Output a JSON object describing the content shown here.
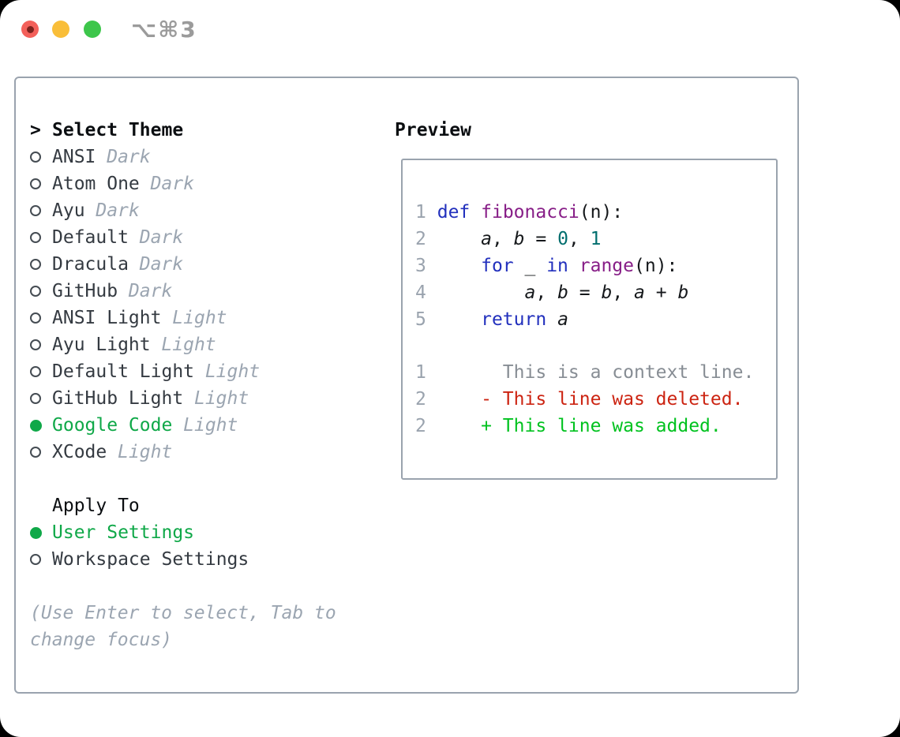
{
  "window": {
    "shortcut": "⌥⌘3"
  },
  "theme_list": {
    "header_prefix": ">",
    "header": "Select Theme",
    "items": [
      {
        "label": "ANSI",
        "variant": "Dark",
        "selected": false
      },
      {
        "label": "Atom One",
        "variant": "Dark",
        "selected": false
      },
      {
        "label": "Ayu",
        "variant": "Dark",
        "selected": false
      },
      {
        "label": "Default",
        "variant": "Dark",
        "selected": false
      },
      {
        "label": "Dracula",
        "variant": "Dark",
        "selected": false
      },
      {
        "label": "GitHub",
        "variant": "Dark",
        "selected": false
      },
      {
        "label": "ANSI Light",
        "variant": "Light",
        "selected": false
      },
      {
        "label": "Ayu Light",
        "variant": "Light",
        "selected": false
      },
      {
        "label": "Default Light",
        "variant": "Light",
        "selected": false
      },
      {
        "label": "GitHub Light",
        "variant": "Light",
        "selected": false
      },
      {
        "label": "Google Code",
        "variant": "Light",
        "selected": true
      },
      {
        "label": "XCode",
        "variant": "Light",
        "selected": false
      }
    ]
  },
  "apply_to": {
    "header": "Apply To",
    "options": [
      {
        "label": "User Settings",
        "selected": true
      },
      {
        "label": "Workspace Settings",
        "selected": false
      }
    ]
  },
  "help": {
    "line1": "(Use Enter to select, Tab to",
    "line2": "change focus)"
  },
  "preview": {
    "title": "Preview",
    "lines": [
      {
        "num": "1",
        "tokens": [
          [
            "kw",
            "def"
          ],
          [
            "pl",
            " "
          ],
          [
            "fn",
            "fibonacci"
          ],
          [
            "pl",
            "(n):"
          ]
        ]
      },
      {
        "num": "2",
        "tokens": [
          [
            "pl",
            "    "
          ],
          [
            "var",
            "a"
          ],
          [
            "pl",
            ", "
          ],
          [
            "var",
            "b"
          ],
          [
            "pl",
            " = "
          ],
          [
            "lit",
            "0"
          ],
          [
            "pl",
            ", "
          ],
          [
            "lit",
            "1"
          ]
        ]
      },
      {
        "num": "3",
        "tokens": [
          [
            "pl",
            "    "
          ],
          [
            "kw",
            "for"
          ],
          [
            "pl",
            " _ "
          ],
          [
            "kw",
            "in"
          ],
          [
            "pl",
            " "
          ],
          [
            "fn",
            "range"
          ],
          [
            "pl",
            "(n):"
          ]
        ]
      },
      {
        "num": "4",
        "tokens": [
          [
            "pl",
            "        "
          ],
          [
            "var",
            "a"
          ],
          [
            "pl",
            ", "
          ],
          [
            "var",
            "b"
          ],
          [
            "pl",
            " = "
          ],
          [
            "var",
            "b"
          ],
          [
            "pl",
            ", "
          ],
          [
            "var",
            "a"
          ],
          [
            "pl",
            " + "
          ],
          [
            "var",
            "b"
          ]
        ]
      },
      {
        "num": "5",
        "tokens": [
          [
            "pl",
            "    "
          ],
          [
            "kw",
            "return"
          ],
          [
            "pl",
            " "
          ],
          [
            "var",
            "a"
          ]
        ]
      },
      {
        "num": "",
        "tokens": []
      },
      {
        "num": "1",
        "tokens": [
          [
            "ctx",
            "      This is a context line."
          ]
        ]
      },
      {
        "num": "2",
        "tokens": [
          [
            "del",
            "    - This line was deleted."
          ]
        ]
      },
      {
        "num": "2",
        "tokens": [
          [
            "add",
            "    + This line was added."
          ]
        ]
      }
    ]
  },
  "colors": {
    "selected_green": "#0fa848",
    "keyword_blue": "#2230bd",
    "function_purple": "#871e87",
    "literal_teal": "#006e6e",
    "deleted_red": "#cc2412",
    "added_green": "#00c21f",
    "muted_gray": "#9ba5b1",
    "border_gray": "#9aa3ae",
    "traffic_red": "#f3605a",
    "traffic_yellow": "#f9be39",
    "traffic_green": "#3dc64b"
  }
}
